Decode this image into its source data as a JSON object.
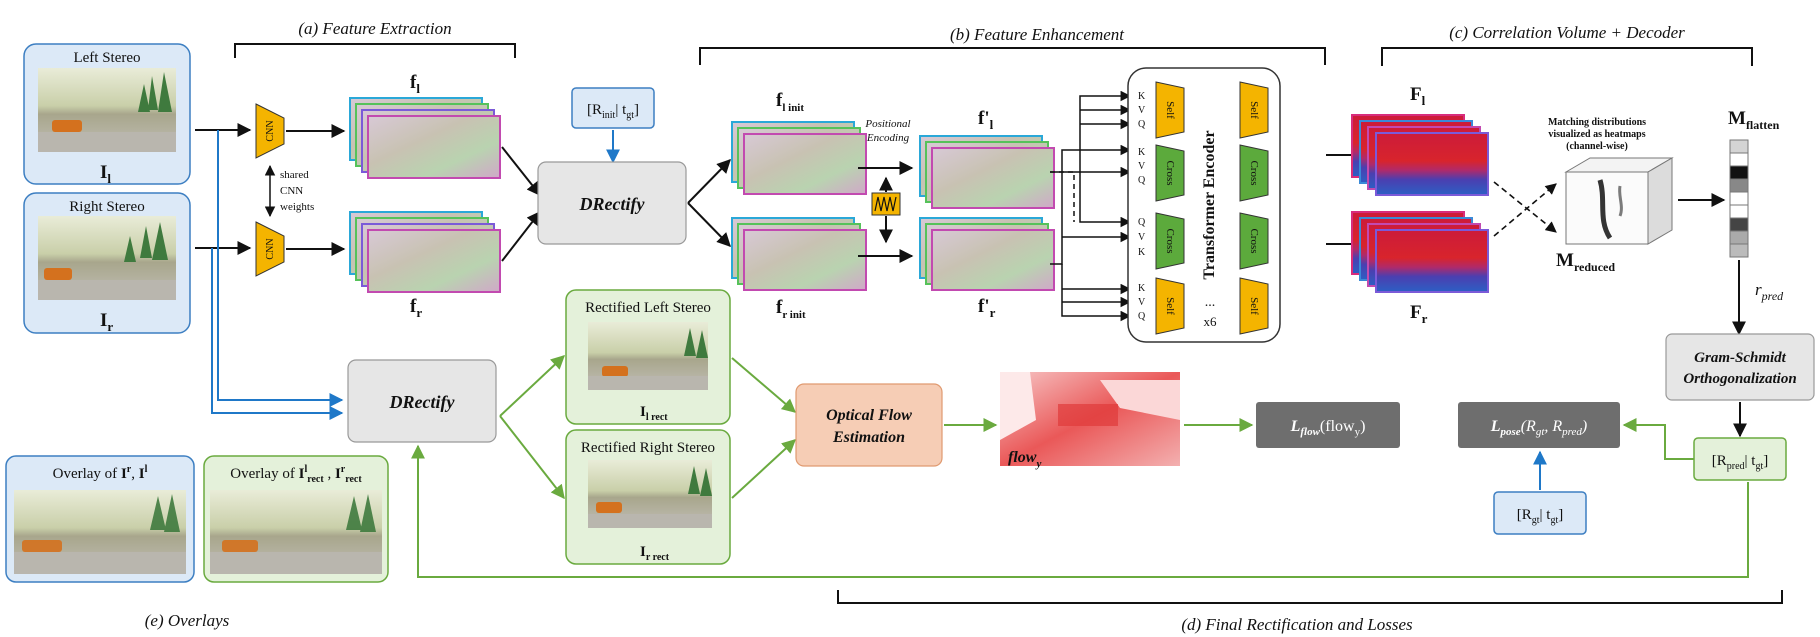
{
  "sections": {
    "a": "(a) Feature Extraction",
    "b": "(b) Feature Enhancement",
    "c": "(c) Correlation Volume + Decoder",
    "d": "(d) Final Rectification and Losses",
    "e": "(e) Overlays"
  },
  "inputs": {
    "left_title": "Left Stereo",
    "left_sym": "I",
    "left_sub": "l",
    "right_title": "Right Stereo",
    "right_sym": "I",
    "right_sub": "r"
  },
  "cnn": {
    "label": "CNN",
    "shared_1": "shared",
    "shared_2": "CNN",
    "shared_3": "weights"
  },
  "features": {
    "fl": "f",
    "fl_sub": "l",
    "fr": "f",
    "fr_sub": "r",
    "fl_init": "f",
    "fl_init_sub": "l init",
    "fr_init": "f",
    "fr_init_sub": "r init",
    "fpl": "f'",
    "fpl_sub": "l",
    "fpr": "f'",
    "fpr_sub": "r",
    "Fl": "F",
    "Fl_sub": "l",
    "Fr": "F",
    "Fr_sub": "r"
  },
  "rinit": {
    "r": "[R",
    "r_sub": "init",
    "t": "| t",
    "t_sub": "gt",
    "close": "]"
  },
  "drectify_top": "DRectify",
  "drectify_bottom": "DRectify",
  "positional": {
    "line1": "Positional",
    "line2": "Encoding"
  },
  "transformer": {
    "title": "Transformer Encoder",
    "self": "Self",
    "cross": "Cross",
    "dots": "...",
    "repeat": "x6",
    "kvq1": [
      "K",
      "V",
      "Q"
    ],
    "kvq2": [
      "K",
      "V",
      "Q"
    ],
    "qvk3": [
      "Q",
      "V",
      "K"
    ],
    "kvq4": [
      "K",
      "V",
      "Q"
    ]
  },
  "matching": {
    "line1": "Matching distributions",
    "line2": "visualized as heatmaps",
    "line3": "(channel-wise)",
    "mreduced": "M",
    "mreduced_sub": "reduced",
    "mflatten": "M",
    "mflatten_sub": "flatten",
    "rpred": "r",
    "rpred_sub": "pred"
  },
  "gram": {
    "line1": "Gram-Schmidt",
    "line2": "Orthogonalization"
  },
  "rectified": {
    "left_title": "Rectified Left Stereo",
    "left_sym": "I",
    "left_sub": "l rect",
    "right_title": "Rectified Right Stereo",
    "right_sym": "I",
    "right_sub": "r rect"
  },
  "optical": {
    "line1": "Optical Flow",
    "line2": "Estimation"
  },
  "flow": {
    "sym": "flow",
    "sub": "y"
  },
  "loss_flow": {
    "L": "L",
    "sub": "flow",
    "rest": "(flow",
    "arg_sub": "y",
    "close": ")"
  },
  "loss_pose": {
    "L": "L",
    "sub": "pose",
    "rest": "(R",
    "a_sub": "gt",
    "mid": ", R",
    "b_sub": "pred",
    "close": ")"
  },
  "rpred_box": {
    "r": "[R",
    "r_sub": "pred",
    "t": "| t",
    "t_sub": "gt",
    "close": "]"
  },
  "rgt_box": {
    "r": "[R",
    "r_sub": "gt",
    "t": "| t",
    "t_sub": "gt",
    "close": "]"
  },
  "overlays": {
    "o1_pre": "Overlay of ",
    "o1_a": "I",
    "o1_a_sup": "r",
    "o1_mid": ", ",
    "o1_b": "I",
    "o1_b_sup": "l",
    "o2_pre": "Overlay of ",
    "o2_a": "I",
    "o2_a_sup": "l",
    "o2_a_sub": "rect",
    "o2_mid": " , ",
    "o2_b": "I",
    "o2_b_sup": "r",
    "o2_b_sub": "rect"
  },
  "colors": {
    "blue_fill": "#dce9f7",
    "blue_stroke": "#3d7fc2",
    "green_fill": "#e4f1da",
    "green_stroke": "#6aaa3f",
    "orange_fill": "#f6cdb5",
    "grey_fill": "#e6e6e6",
    "dark_grey": "#6e6e6e",
    "yellow": "#f4b400",
    "green_block": "#5caa3c",
    "arrow_blue": "#1f78c8",
    "arrow_green": "#6aaa3f"
  }
}
